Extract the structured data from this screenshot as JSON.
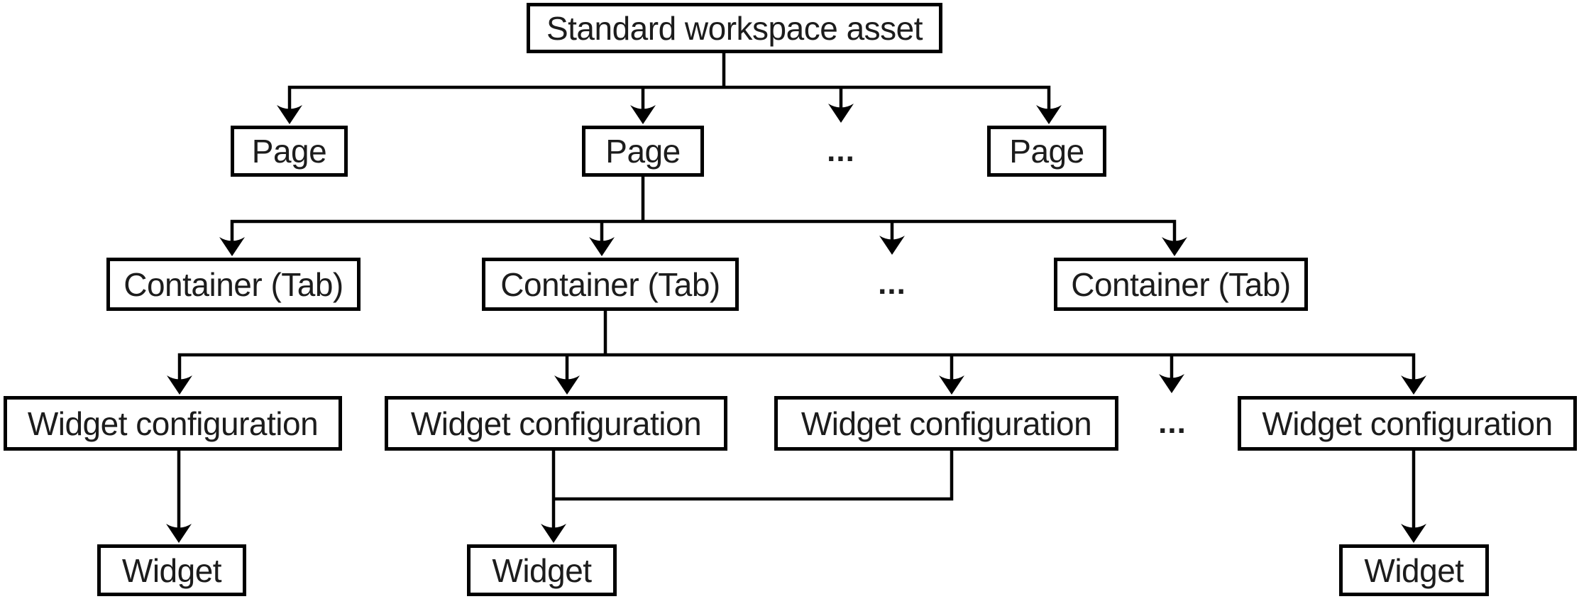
{
  "diagram": {
    "root": {
      "label": "Standard workspace asset"
    },
    "pages": {
      "labels": [
        "Page",
        "Page",
        "Page"
      ],
      "ellipsis": "..."
    },
    "containers": {
      "labels": [
        "Container (Tab)",
        "Container (Tab)",
        "Container (Tab)"
      ],
      "ellipsis": "..."
    },
    "widget_configurations": {
      "labels": [
        "Widget configuration",
        "Widget configuration",
        "Widget configuration",
        "Widget configuration"
      ],
      "ellipsis": "..."
    },
    "widgets": {
      "labels": [
        "Widget",
        "Widget",
        "Widget"
      ]
    },
    "colors": {
      "line": "#000000",
      "box_border": "#000000",
      "text": "#1c1c1c",
      "background": "#ffffff"
    }
  }
}
